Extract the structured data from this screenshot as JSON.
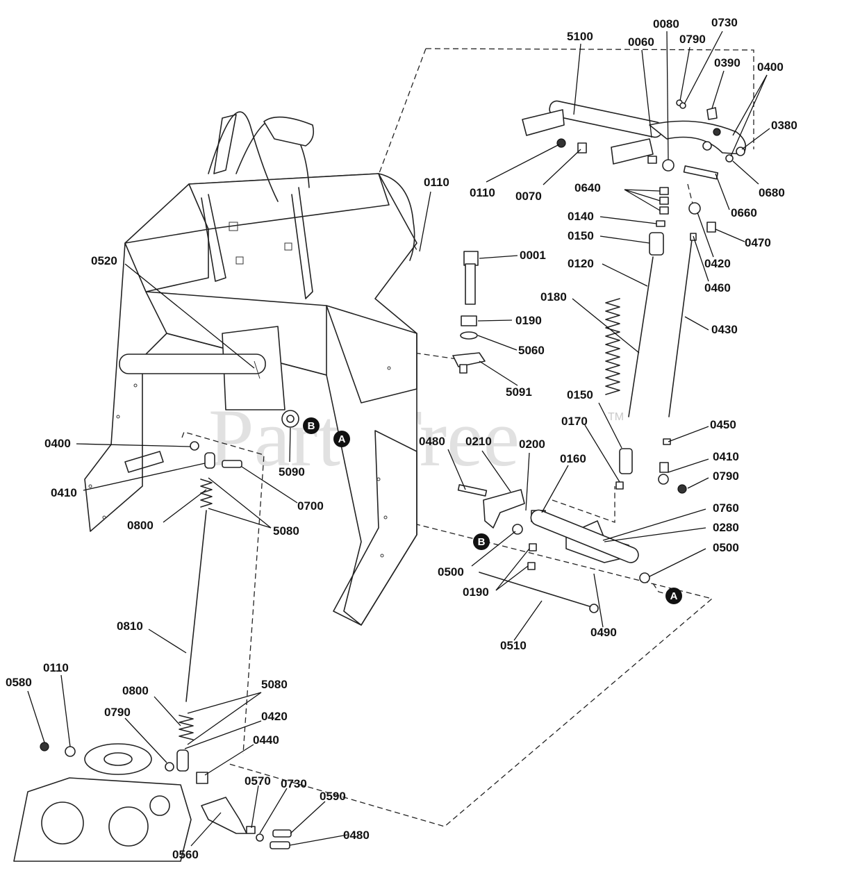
{
  "watermark": {
    "text": "PartsTree",
    "tm": "TM"
  },
  "labels": [
    {
      "id": "5100",
      "text": "5100"
    },
    {
      "id": "0080",
      "text": "0080"
    },
    {
      "id": "0730a",
      "text": "0730"
    },
    {
      "id": "0060",
      "text": "0060"
    },
    {
      "id": "0790a",
      "text": "0790"
    },
    {
      "id": "0390",
      "text": "0390"
    },
    {
      "id": "0400a",
      "text": "0400"
    },
    {
      "id": "0380",
      "text": "0380"
    },
    {
      "id": "0110a",
      "text": "0110"
    },
    {
      "id": "0070",
      "text": "0070"
    },
    {
      "id": "0680",
      "text": "0680"
    },
    {
      "id": "0640",
      "text": "0640"
    },
    {
      "id": "0660",
      "text": "0660"
    },
    {
      "id": "0140",
      "text": "0140"
    },
    {
      "id": "0150a",
      "text": "0150"
    },
    {
      "id": "0470",
      "text": "0470"
    },
    {
      "id": "0420a",
      "text": "0420"
    },
    {
      "id": "0120",
      "text": "0120"
    },
    {
      "id": "0460",
      "text": "0460"
    },
    {
      "id": "0110b",
      "text": "0110"
    },
    {
      "id": "0001",
      "text": "0001"
    },
    {
      "id": "0520",
      "text": "0520"
    },
    {
      "id": "0190a",
      "text": "0190"
    },
    {
      "id": "0180",
      "text": "0180"
    },
    {
      "id": "5060",
      "text": "5060"
    },
    {
      "id": "0430",
      "text": "0430"
    },
    {
      "id": "5091",
      "text": "5091"
    },
    {
      "id": "0150b",
      "text": "0150"
    },
    {
      "id": "0170",
      "text": "0170"
    },
    {
      "id": "0450",
      "text": "0450"
    },
    {
      "id": "0400b",
      "text": "0400"
    },
    {
      "id": "0480a",
      "text": "0480"
    },
    {
      "id": "0210",
      "text": "0210"
    },
    {
      "id": "0200",
      "text": "0200"
    },
    {
      "id": "0160",
      "text": "0160"
    },
    {
      "id": "0410a",
      "text": "0410"
    },
    {
      "id": "5090",
      "text": "5090"
    },
    {
      "id": "0790b",
      "text": "0790"
    },
    {
      "id": "0410b",
      "text": "0410"
    },
    {
      "id": "0700",
      "text": "0700"
    },
    {
      "id": "0760",
      "text": "0760"
    },
    {
      "id": "0800a",
      "text": "0800"
    },
    {
      "id": "5080a",
      "text": "5080"
    },
    {
      "id": "0280",
      "text": "0280"
    },
    {
      "id": "0500a",
      "text": "0500"
    },
    {
      "id": "0500b",
      "text": "0500"
    },
    {
      "id": "0190b",
      "text": "0190"
    },
    {
      "id": "0490",
      "text": "0490"
    },
    {
      "id": "0810",
      "text": "0810"
    },
    {
      "id": "0510",
      "text": "0510"
    },
    {
      "id": "0580",
      "text": "0580"
    },
    {
      "id": "0110c",
      "text": "0110"
    },
    {
      "id": "5080b",
      "text": "5080"
    },
    {
      "id": "0800b",
      "text": "0800"
    },
    {
      "id": "0790c",
      "text": "0790"
    },
    {
      "id": "0420b",
      "text": "0420"
    },
    {
      "id": "0440",
      "text": "0440"
    },
    {
      "id": "0570",
      "text": "0570"
    },
    {
      "id": "0730b",
      "text": "0730"
    },
    {
      "id": "0590",
      "text": "0590"
    },
    {
      "id": "0480b",
      "text": "0480"
    },
    {
      "id": "0560",
      "text": "0560"
    }
  ],
  "callouts": {
    "a": "A",
    "b": "B"
  }
}
